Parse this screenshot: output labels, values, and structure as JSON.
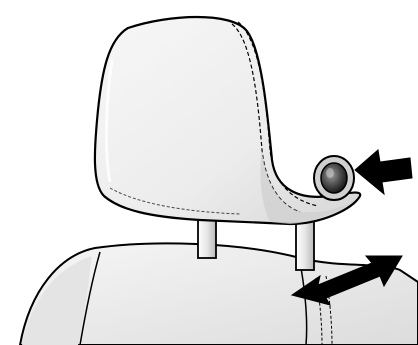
{
  "figure": {
    "background": "#ffffff",
    "line_color": "#000000",
    "fill_light": "#f3f3f3",
    "fill_mid": "#d9d9d9",
    "fill_dark": "#b5b5b5"
  },
  "parts": {
    "headrest": "head-restraint",
    "button": "release-button",
    "posts": "headrest-posts",
    "seatback": "seatback"
  },
  "callouts": [
    {
      "id": "button-pointer",
      "icon": "arrow-left-icon"
    },
    {
      "id": "adjust-direction",
      "icon": "double-arrow-icon"
    }
  ]
}
